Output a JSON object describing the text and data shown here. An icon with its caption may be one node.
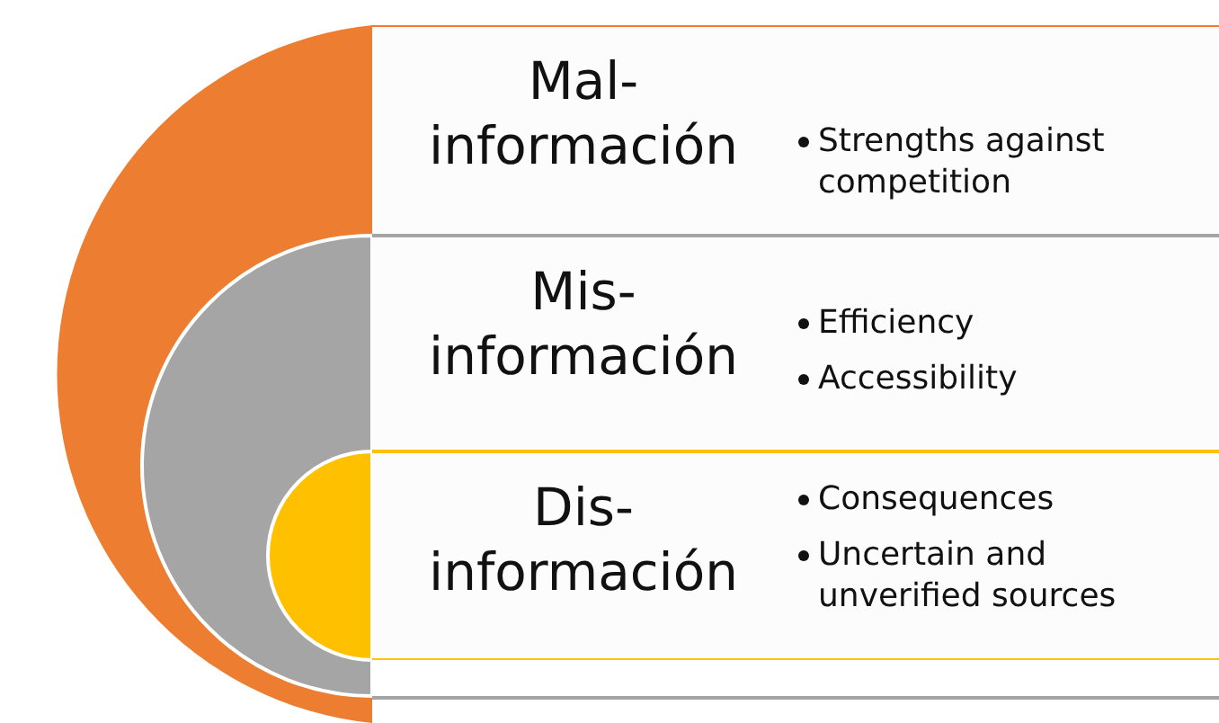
{
  "diagram": {
    "nodes": [
      {
        "text": [
          "Mal- información",
          "Strengths against competition"
        ]
      },
      {
        "text": [
          "Mis- información",
          "Efficiency",
          "Accessibility"
        ]
      },
      {
        "text": [
          "Dis- información",
          "Consequences",
          "Uncertain and unverified sources"
        ]
      }
    ]
  }
}
